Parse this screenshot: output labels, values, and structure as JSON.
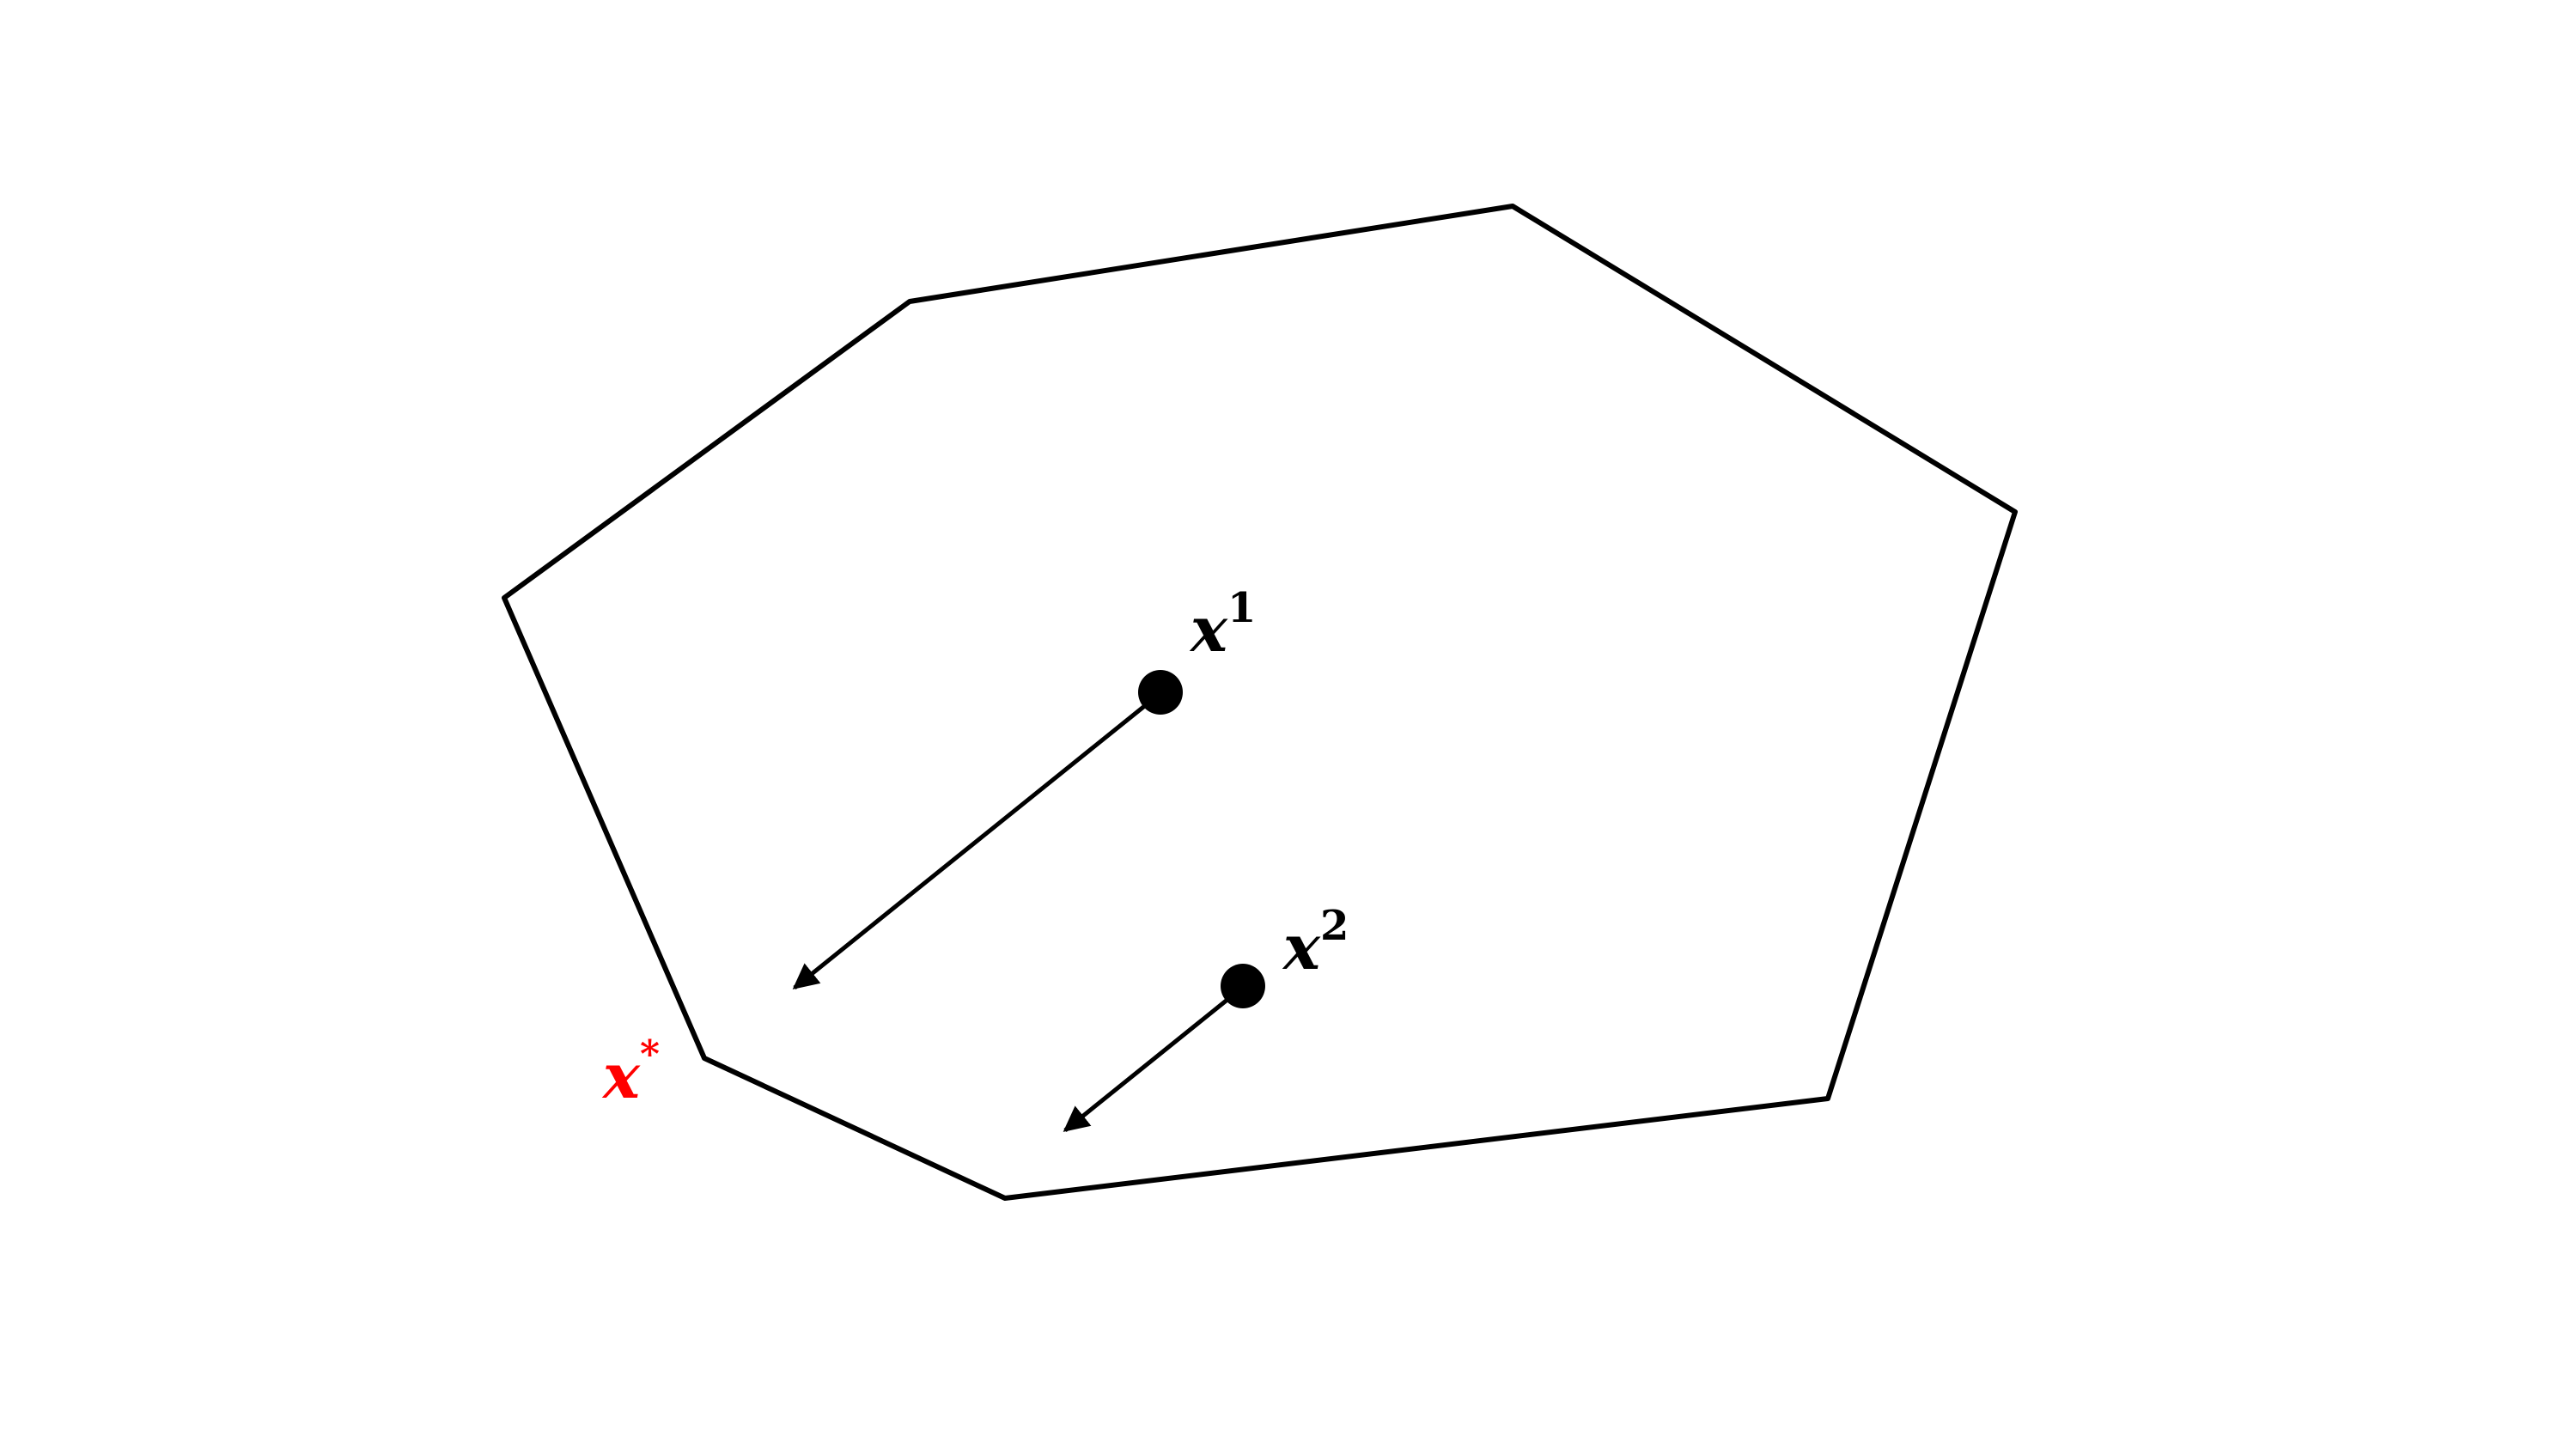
{
  "labels": {
    "point1": {
      "base": "x",
      "sup": "1"
    },
    "point2": {
      "base": "x",
      "sup": "2"
    },
    "optimum": {
      "base": "x",
      "sup": "*"
    }
  },
  "colors": {
    "stroke": "#000000",
    "optimum": "#ff0000",
    "background": "#ffffff"
  }
}
